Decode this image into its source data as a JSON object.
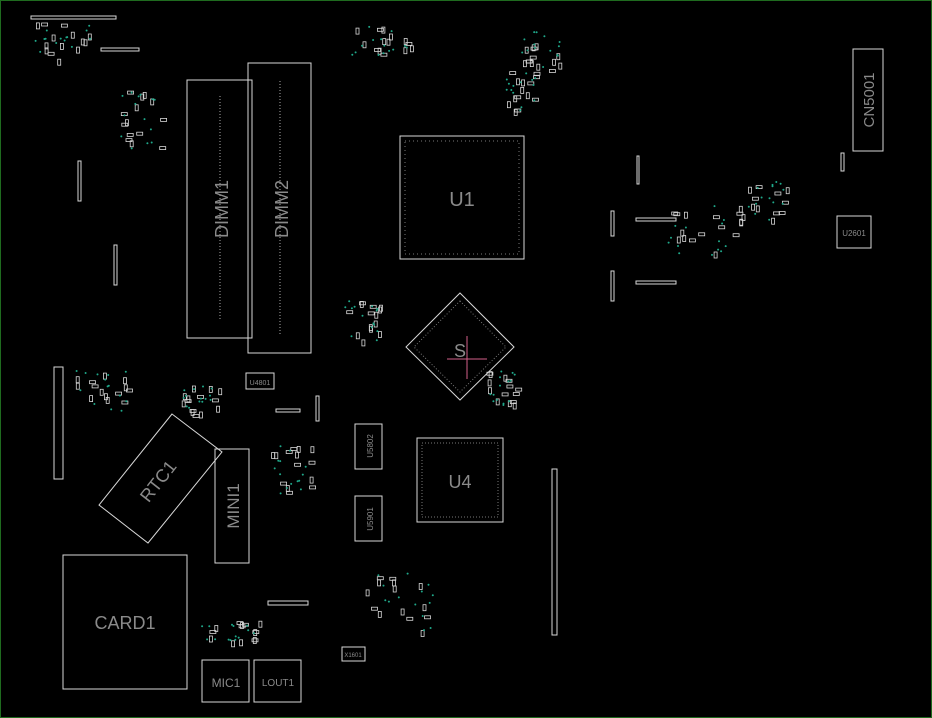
{
  "board": {
    "title": "Boardview",
    "components": {
      "u1": "U1",
      "dimm1": "DIMM1",
      "dimm2": "DIMM2",
      "cn5001": "CN5001",
      "u2601": "U2601",
      "u4801": "U4801",
      "rtc1": "RTC1",
      "mini1": "MINI1",
      "u5802": "U5802",
      "u5901": "U5901",
      "u4": "U4",
      "sj": "S",
      "card1": "CARD1",
      "mic1": "MIC1",
      "lout1": "LOUT1",
      "x1601": "X1601"
    },
    "colors": {
      "outline": "#d8d8d8",
      "label": "#8a8a8a",
      "via": "#1fa88a",
      "marker": "#d4608a",
      "frame": "#1f6b1f"
    }
  }
}
